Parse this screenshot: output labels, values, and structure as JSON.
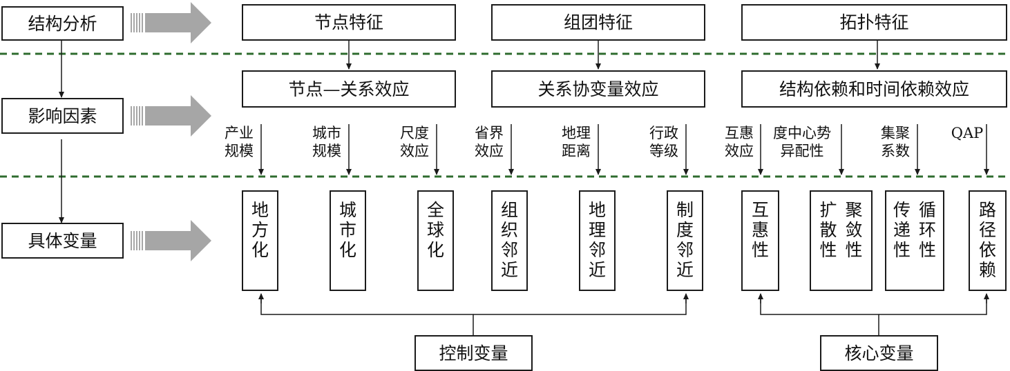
{
  "left_column": {
    "structure": "结构分析",
    "factors": "影响因素",
    "variables": "具体变量"
  },
  "structure_row": [
    "节点特征",
    "组团特征",
    "拓扑特征"
  ],
  "effects_row": [
    "节点—关系效应",
    "关系协变量效应",
    "结构依赖和时间依赖效应"
  ],
  "factors_row": [
    {
      "l1": "产业",
      "l2": "规模"
    },
    {
      "l1": "城市",
      "l2": "规模"
    },
    {
      "l1": "尺度",
      "l2": "效应"
    },
    {
      "l1": "省界",
      "l2": "效应"
    },
    {
      "l1": "地理",
      "l2": "距离"
    },
    {
      "l1": "行政",
      "l2": "等级"
    },
    {
      "l1": "互惠",
      "l2": "效应"
    },
    {
      "l1": "度中心势",
      "l2": "异配性"
    },
    {
      "l1": "集聚",
      "l2": "系数"
    },
    {
      "l1": "QAP",
      "l2": ""
    }
  ],
  "variables_row": [
    {
      "c1": "地方化",
      "c2": ""
    },
    {
      "c1": "城市化",
      "c2": ""
    },
    {
      "c1": "全球化",
      "c2": ""
    },
    {
      "c1": "组织邻近",
      "c2": ""
    },
    {
      "c1": "地理邻近",
      "c2": ""
    },
    {
      "c1": "制度邻近",
      "c2": ""
    },
    {
      "c1": "互惠性",
      "c2": ""
    },
    {
      "c1": "扩散性",
      "c2": "聚敛性"
    },
    {
      "c1": "传递性",
      "c2": "循环性"
    },
    {
      "c1": "路径依赖",
      "c2": ""
    }
  ],
  "groups": {
    "control": "控制变量",
    "core": "核心变量"
  },
  "colors": {
    "dashed_line": "#2e6b2e",
    "big_arrow": "#a6a6a6",
    "line": "#1a1a1a"
  }
}
